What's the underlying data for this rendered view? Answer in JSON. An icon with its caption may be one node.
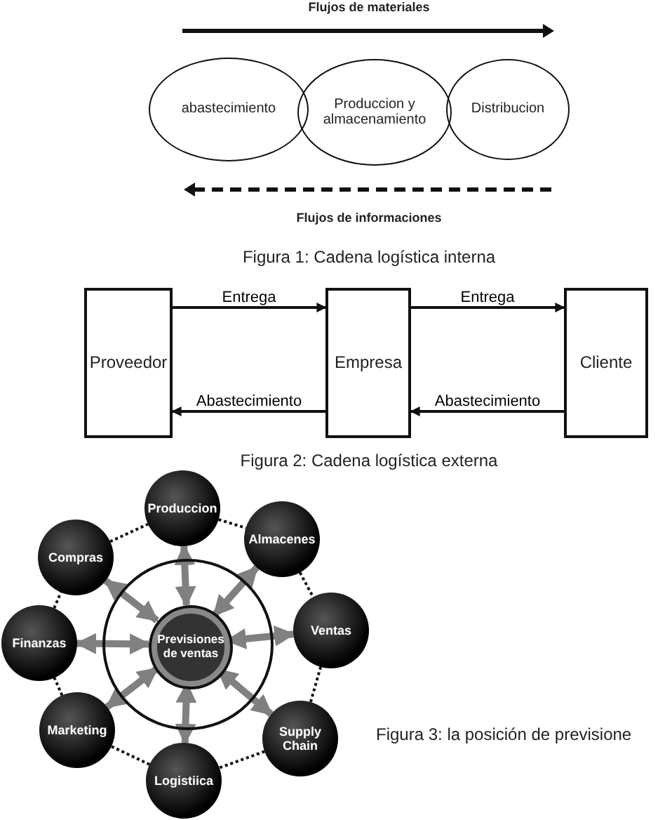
{
  "diagram": {
    "nodes": [
      {
        "text": [
          "abastecimiento"
        ]
      },
      {
        "text": [
          "Produccion y almacenamiento"
        ]
      },
      {
        "text": [
          "Distribucion"
        ]
      },
      {
        "text": [
          "Proveedor"
        ]
      },
      {
        "text": [
          "Empresa"
        ]
      },
      {
        "text": [
          "Cliente"
        ]
      },
      {
        "text": [],
        "shape": "circle"
      },
      {
        "text": [
          "Previsiones de ventas"
        ],
        "in": 6
      },
      {
        "text": [
          "Produccion"
        ]
      },
      {
        "text": [
          "Almacenes"
        ]
      },
      {
        "text": [
          "Ventas"
        ]
      },
      {
        "text": [
          "Supply Chain"
        ]
      },
      {
        "text": [
          "Logistiica"
        ]
      },
      {
        "text": [
          "Marketing"
        ]
      },
      {
        "text": [
          "Finanzas"
        ]
      },
      {
        "text": [
          "Compras"
        ]
      }
    ],
    "edges": [
      {
        "from": 3,
        "to": 4,
        "arrow": "to",
        "label": "Entrega"
      },
      {
        "from": 4,
        "to": 5,
        "arrow": "to",
        "label": "Entrega"
      },
      {
        "from": 5,
        "to": 4,
        "arrow": "to",
        "label": "Abastecimiento"
      },
      {
        "from": 4,
        "to": 3,
        "arrow": "to",
        "label": "Abastecimiento"
      },
      {
        "from": 7,
        "to": 8,
        "arrow": "both",
        "style": "thick",
        "color": "#808080"
      },
      {
        "from": 7,
        "to": 9,
        "arrow": "both",
        "style": "thick",
        "color": "#808080"
      },
      {
        "from": 7,
        "to": 10,
        "arrow": "both",
        "style": "thick",
        "color": "#808080"
      },
      {
        "from": 7,
        "to": 11,
        "arrow": "both",
        "style": "thick",
        "color": "#808080"
      },
      {
        "from": 7,
        "to": 12,
        "arrow": "both",
        "style": "thick",
        "color": "#808080"
      },
      {
        "from": 7,
        "to": 13,
        "arrow": "both",
        "style": "thick",
        "color": "#808080"
      },
      {
        "from": 7,
        "to": 14,
        "arrow": "both",
        "style": "thick",
        "color": "#808080"
      },
      {
        "from": 7,
        "to": 15,
        "arrow": "both",
        "style": "thick",
        "color": "#808080"
      },
      {
        "from": 8,
        "to": 9,
        "arrow": "none",
        "style": "dashed"
      },
      {
        "from": 9,
        "to": 10,
        "arrow": "none",
        "style": "dashed"
      },
      {
        "from": 10,
        "to": 11,
        "arrow": "none",
        "style": "dashed"
      },
      {
        "from": 11,
        "to": 12,
        "arrow": "none",
        "style": "dashed"
      },
      {
        "from": 12,
        "to": 13,
        "arrow": "none",
        "style": "dashed"
      },
      {
        "from": 13,
        "to": 14,
        "arrow": "none",
        "style": "dashed"
      },
      {
        "from": 14,
        "to": 15,
        "arrow": "none",
        "style": "dashed"
      },
      {
        "from": 15,
        "to": 8,
        "arrow": "none",
        "style": "dashed"
      }
    ],
    "labels": [
      "Flujos de materiales",
      "Flujos de informaciones",
      "Figura 1: Cadena logística interna",
      "Figura 2: Cadena logística externa",
      "Figura 3: la posición de previsione"
    ]
  }
}
